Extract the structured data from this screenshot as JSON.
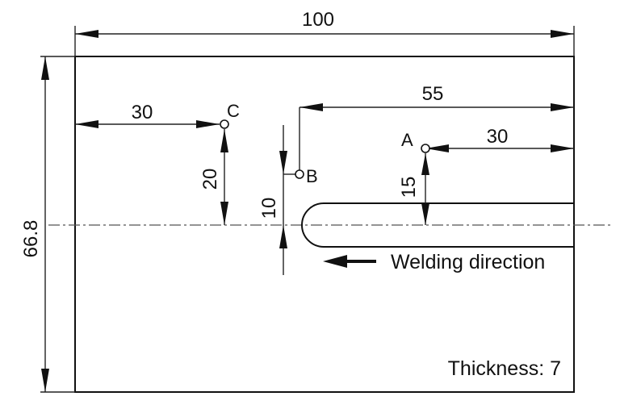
{
  "dimensions": {
    "overall_width": "100",
    "overall_height": "66.8",
    "c_from_left": "30",
    "c_from_centerline": "20",
    "b_to_right": "55",
    "b_from_centerline": "10",
    "a_to_right": "30",
    "a_from_centerline": "15"
  },
  "points": {
    "a": "A",
    "b": "B",
    "c": "C"
  },
  "labels": {
    "welding_direction": "Welding direction",
    "thickness": "Thickness: 7"
  }
}
